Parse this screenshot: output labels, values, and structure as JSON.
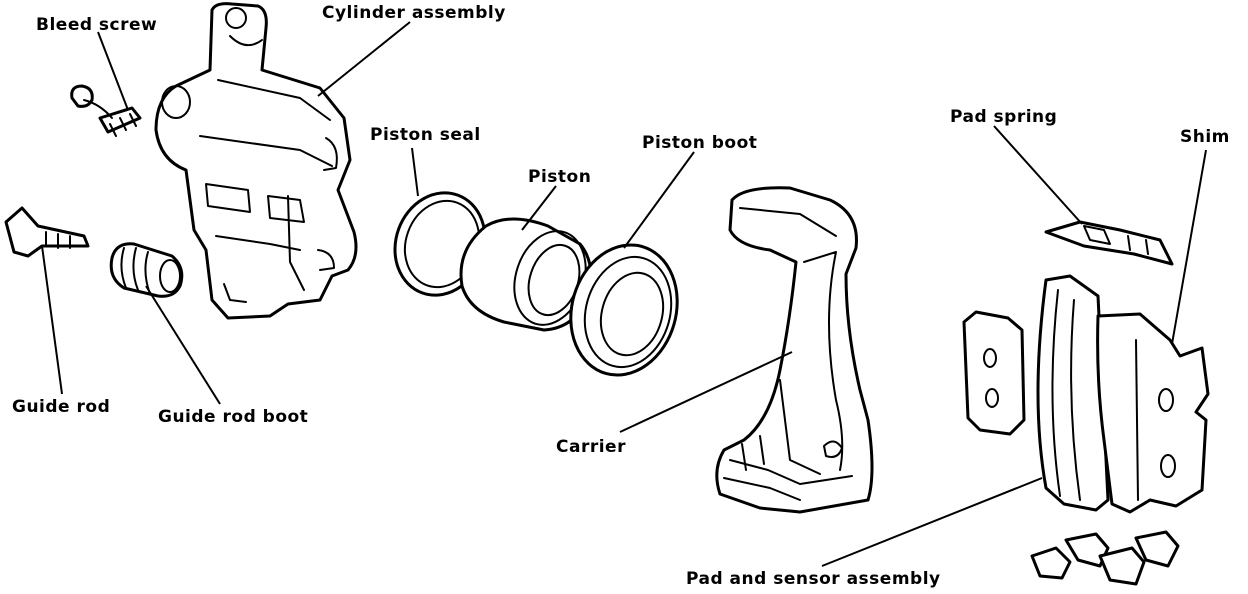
{
  "labels": {
    "bleed_screw": "Bleed screw",
    "cylinder_assembly": "Cylinder assembly",
    "piston_seal": "Piston seal",
    "piston": "Piston",
    "piston_boot": "Piston boot",
    "pad_spring": "Pad spring",
    "shim": "Shim",
    "guide_rod": "Guide rod",
    "guide_rod_boot": "Guide rod boot",
    "carrier": "Carrier",
    "pad_and_sensor_assembly": "Pad and sensor assembly"
  }
}
